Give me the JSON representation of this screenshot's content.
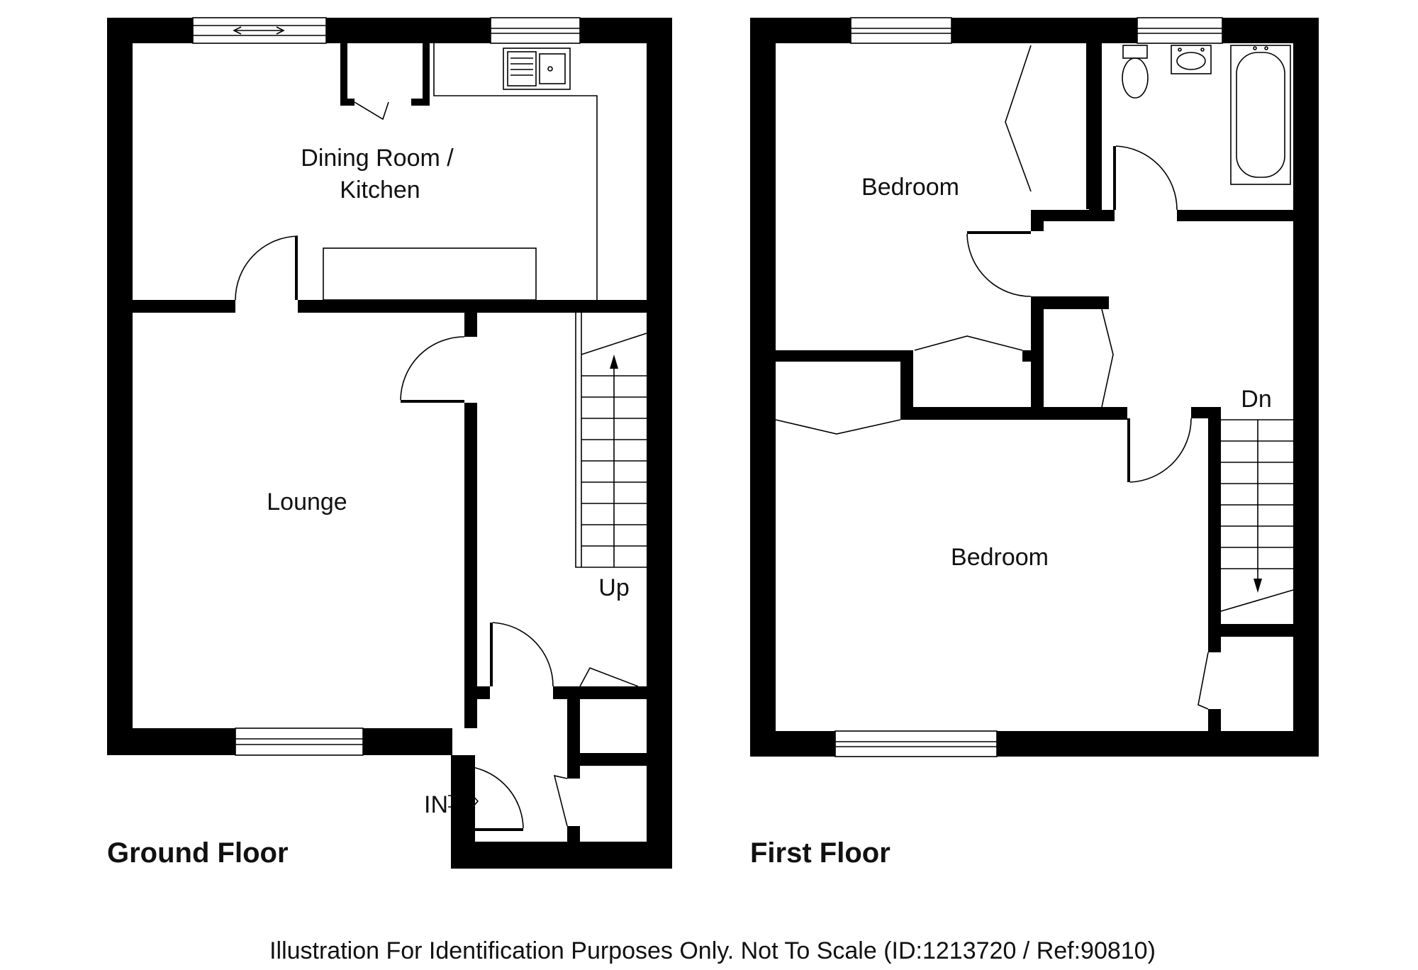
{
  "ground_floor": {
    "title": "Ground Floor",
    "rooms": {
      "dining_kitchen_line1": "Dining Room /",
      "dining_kitchen_line2": "Kitchen",
      "lounge": "Lounge"
    },
    "stairs_label": "Up",
    "entrance_label": "IN"
  },
  "first_floor": {
    "title": "First Floor",
    "rooms": {
      "bedroom_small": "Bedroom",
      "bedroom_large": "Bedroom"
    },
    "stairs_label": "Dn"
  },
  "disclaimer": "Illustration For Identification Purposes Only. Not To Scale (ID:1213720 / Ref:90810)",
  "colors": {
    "wall": "#000000",
    "background": "#ffffff"
  }
}
